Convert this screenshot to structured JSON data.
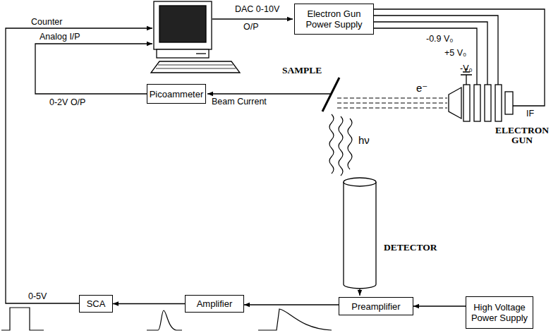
{
  "diagram": {
    "nodes": [
      {
        "text": [
          "Electron Gun Power Supply"
        ]
      },
      {
        "text": [
          "Picoammeter"
        ]
      },
      {
        "text": [
          "SCA"
        ]
      },
      {
        "text": [
          "Amplifier"
        ]
      },
      {
        "text": [
          "Preamplifier"
        ]
      },
      {
        "text": [
          "High Voltage Power Supply"
        ]
      }
    ],
    "edges": [
      {
        "from": 4,
        "to": 3,
        "arrow": "to"
      },
      {
        "from": 3,
        "to": 2,
        "arrow": "to"
      },
      {
        "from": 5,
        "to": 4,
        "arrow": "to"
      }
    ],
    "labels": [
      "Counter",
      "Analog I/P",
      "DAC 0-10V",
      "O/P",
      "-0.9 V₀",
      "+5 V₀",
      "-V₀",
      "IF",
      "e⁻",
      "SAMPLE",
      "ELECTRON GUN",
      "hν",
      "DETECTOR",
      "Beam Current",
      "0-2V O/P",
      "0-5V"
    ]
  }
}
